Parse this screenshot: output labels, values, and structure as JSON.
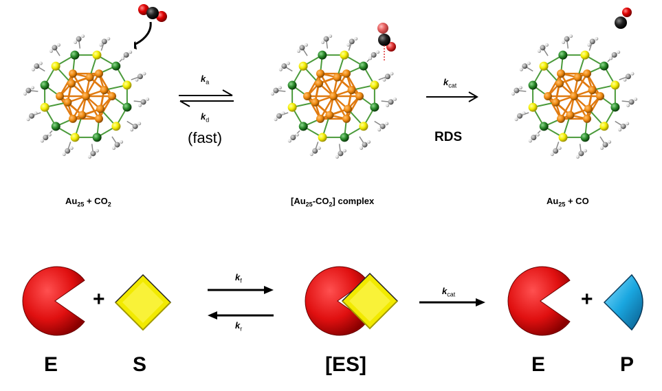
{
  "top": {
    "cluster_labels": [
      {
        "main": "Au",
        "sub": "25",
        "rest": " + CO",
        "sub2": "2"
      },
      {
        "prefix": "[Au",
        "sub": "25",
        "mid": "-CO",
        "sub2": "2",
        "rest": "] complex"
      },
      {
        "main": "Au",
        "sub": "25",
        "rest": " + CO"
      }
    ],
    "k_a": {
      "k": "k",
      "sub": "a"
    },
    "k_d": {
      "k": "k",
      "sub": "d"
    },
    "fast": "(fast)",
    "k_cat": {
      "k": "k",
      "sub": "cat"
    },
    "rds": "RDS"
  },
  "bottom": {
    "labels": {
      "e1": "E",
      "s": "S",
      "es": "[ES]",
      "e2": "E",
      "p": "P"
    },
    "plus": "+",
    "k_f": {
      "k": "k",
      "sub": "f"
    },
    "k_r": {
      "k": "k",
      "sub": "r"
    },
    "k_cat": {
      "k": "k",
      "sub": "cat"
    }
  },
  "colors": {
    "enzyme_red": "#e01010",
    "substrate_yellow": "#f2ea00",
    "product_blue": "#1aa7e0",
    "gold_core": "#f08a10",
    "sulfur_yellow": "#f4ee00",
    "ligand_green": "#2a8a2a",
    "rds_red": "#e11919",
    "co2_red": "#e00000"
  }
}
